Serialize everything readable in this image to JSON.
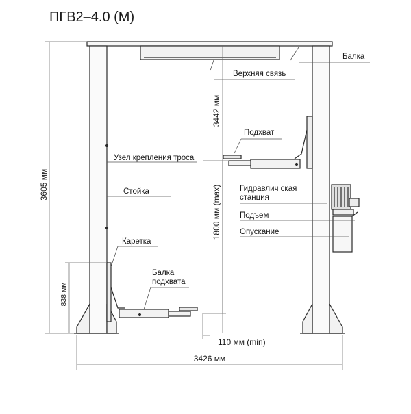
{
  "title": "ПГВ2–4.0 (М)",
  "labels": {
    "beam": "Балка",
    "top_link": "Верхняя связь",
    "pickup": "Подхват",
    "cable_mount": "Узел крепления троса",
    "hydraulic_line1": "Гидравлич  ская",
    "hydraulic_line2": "станция",
    "post": "Стойка",
    "lift": "Подъем",
    "lowering": "Опускание",
    "carriage": "Каретка",
    "pickup_beam_line1": "Балка",
    "pickup_beam_line2": "подхвата"
  },
  "dimensions": {
    "total_height": "3605 мм",
    "inner_height": "3442 мм",
    "max_lift": "1800 мм (max)",
    "carriage_height": "838 мм",
    "min_height": "110 мм (min)",
    "total_width": "3426 мм"
  },
  "colors": {
    "line": "#2a2a2a",
    "leader": "#555555",
    "fill": "#f2f2f2"
  }
}
